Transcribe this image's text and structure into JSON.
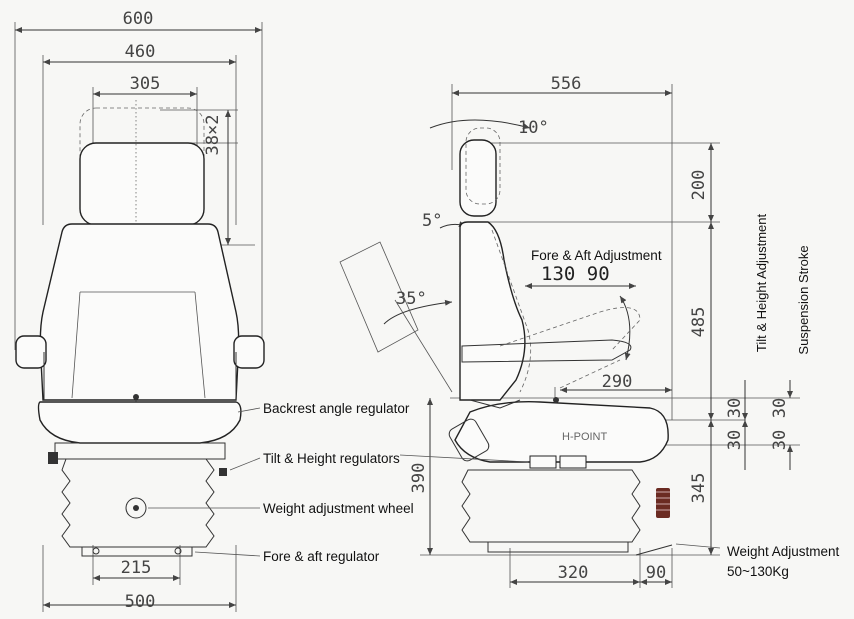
{
  "front_view": {
    "dims": {
      "overall_width": "600",
      "backrest_width": "460",
      "headrest_width": "305",
      "headrest_adjust": "38×2",
      "base_width": "500",
      "rail_width": "215"
    },
    "callouts": {
      "backrest": "Backrest angle regulator",
      "tilt_height": "Tilt & Height regulators",
      "weight_wheel": "Weight adjustment wheel",
      "fore_aft": "Fore & aft regulator"
    }
  },
  "side_view": {
    "dims": {
      "depth": "556",
      "headrest_height": "200",
      "back_height": "485",
      "cushion_depth": "290",
      "seat_height": "390",
      "base_height": "345",
      "rail_length": "320",
      "handle_offset": "90",
      "tilt_up": "30",
      "tilt_down": "30",
      "stroke_up": "30",
      "stroke_down": "30"
    },
    "angles": {
      "headrest_tilt": "10°",
      "backrest_min": "5°",
      "backrest_recline": "35°"
    },
    "labels": {
      "fore_aft_title": "Fore & Aft Adjustment",
      "fore_aft_values": "130 90",
      "h_point": "H-POINT",
      "tilt_height_axis": "Tilt & Height Adjustment",
      "suspension_axis": "Suspension Stroke",
      "weight_adjust_title": "Weight Adjustment",
      "weight_adjust_range": "50~130Kg"
    }
  }
}
